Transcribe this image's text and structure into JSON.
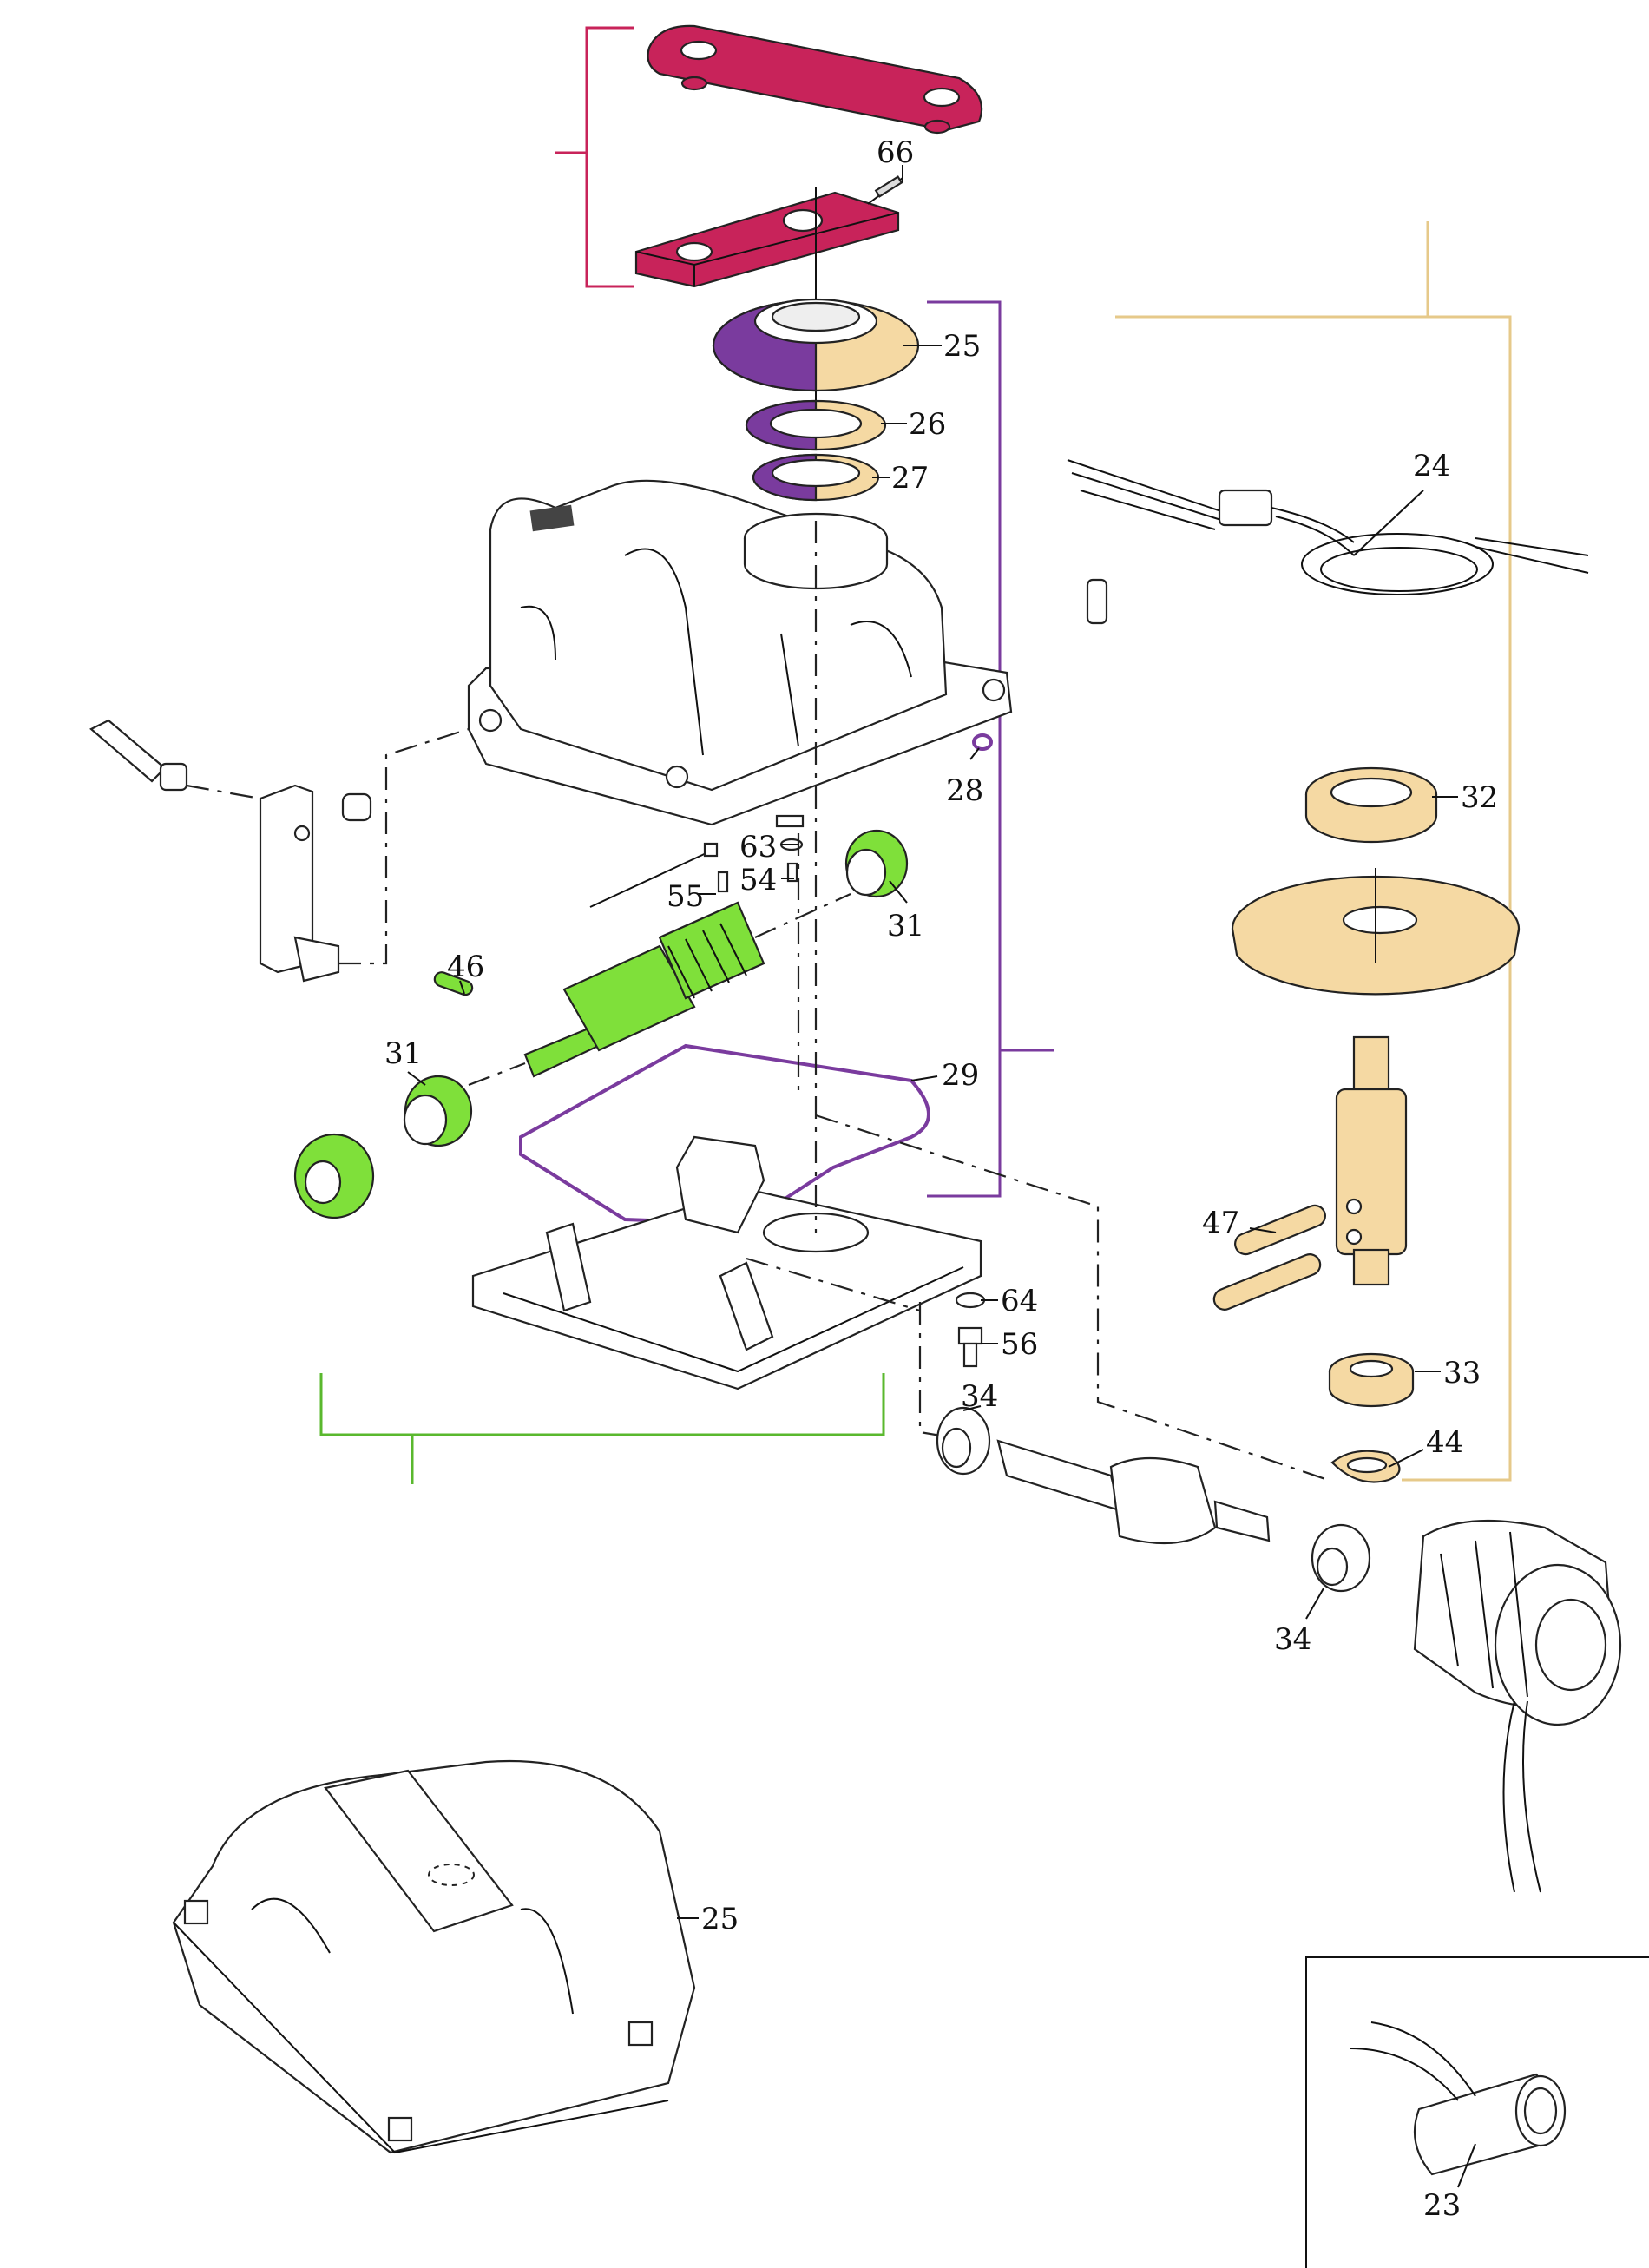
{
  "diagram": {
    "callouts": [
      "66",
      "25",
      "26",
      "27",
      "24",
      "28",
      "63",
      "54",
      "55",
      "31",
      "32",
      "46",
      "31",
      "29",
      "47",
      "64",
      "56",
      "34",
      "33",
      "44",
      "34",
      "25",
      "23"
    ]
  },
  "colors": {
    "magenta": "#c8235a",
    "purple": "#7a3b9e",
    "tan": "#f5d9a3",
    "green": "#7fe03a",
    "green_bracket": "#5ab82e",
    "tan_bracket": "#e6c98a",
    "line": "#222222"
  }
}
